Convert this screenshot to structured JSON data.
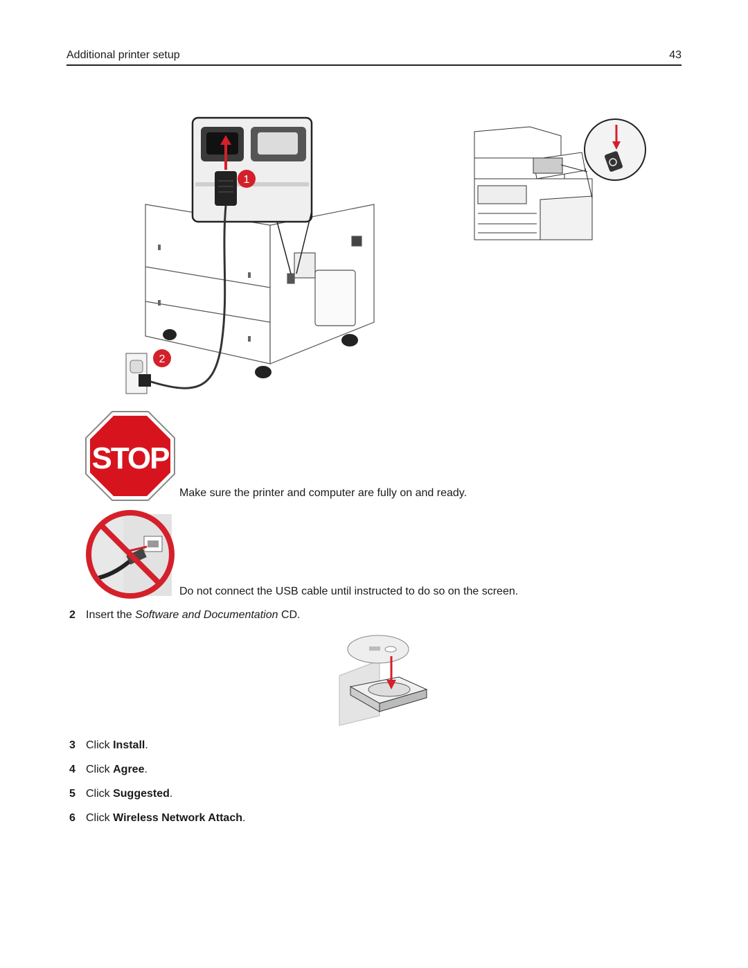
{
  "header": {
    "title": "Additional printer setup",
    "page_number": "43"
  },
  "figure_power": {
    "callout_1": "1",
    "callout_2": "2"
  },
  "stop_sign": {
    "label": "STOP"
  },
  "notes": {
    "ready": "Make sure the printer and computer are fully on and ready.",
    "usb": "Do not connect the USB cable until instructed to do so on the screen."
  },
  "steps": [
    {
      "num": "2",
      "pre": "Insert the ",
      "em": "Software and Documentation",
      "post": " CD."
    },
    {
      "num": "3",
      "pre": "Click ",
      "bold": "Install",
      "post": "."
    },
    {
      "num": "4",
      "pre": "Click ",
      "bold": "Agree",
      "post": "."
    },
    {
      "num": "5",
      "pre": "Click ",
      "bold": "Suggested",
      "post": "."
    },
    {
      "num": "6",
      "pre": "Click ",
      "bold": "Wireless Network Attach",
      "post": "."
    }
  ],
  "colors": {
    "accent_red": "#d4202a",
    "stop_red": "#d7141e"
  }
}
